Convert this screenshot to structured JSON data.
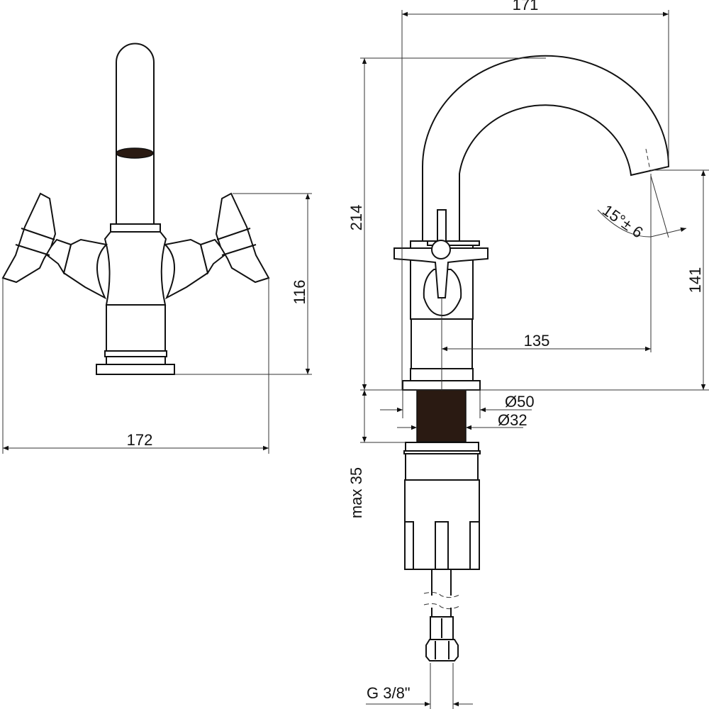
{
  "drawing": {
    "front_view": {
      "dimensions": {
        "height": "116",
        "width": "172"
      }
    },
    "side_view": {
      "dimensions": {
        "width": "171",
        "height": "214",
        "spout_height": "141",
        "reach": "135",
        "spout_angle": "15°± 6",
        "base_diameter": "Ø50",
        "thread_diameter": "Ø32",
        "max_counter_thickness": "max 35",
        "connection": "G 3/8\""
      }
    }
  }
}
